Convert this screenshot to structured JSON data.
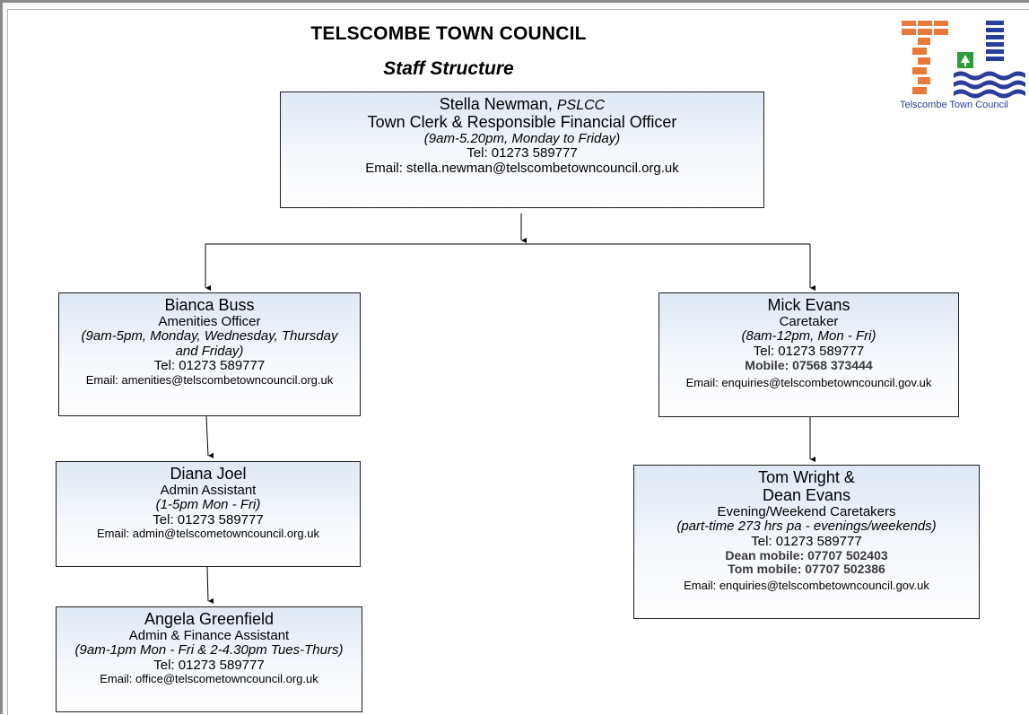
{
  "header": {
    "title": "TELSCOMBE TOWN COUNCIL",
    "subtitle": "Staff Structure"
  },
  "logo": {
    "caption": "Telscombe Town Council",
    "colors": {
      "brick": "#e8793a",
      "blue": "#2b3d9a",
      "green": "#2e9c3a"
    }
  },
  "staff": {
    "clerk": {
      "name": "Stella Newman,",
      "credentials": "PSLCC",
      "role": "Town Clerk & Responsible Financial Officer",
      "hours": "(9am-5.20pm, Monday to Friday)",
      "tel": "Tel: 01273 589777",
      "email": "Email: stella.newman@telscombetowncouncil.org.uk"
    },
    "amenities": {
      "name": "Bianca Buss",
      "role": "Amenities Officer",
      "hours_1": "(9am-5pm, Monday, Wednesday, Thursday",
      "hours_2": "and Friday)",
      "tel": "Tel: 01273 589777",
      "email": "Email: amenities@telscombetowncouncil.org.uk"
    },
    "admin": {
      "name": "Diana Joel",
      "role": "Admin Assistant",
      "hours": "(1-5pm Mon - Fri)",
      "tel": "Tel: 01273 589777",
      "email": "Email: admin@telscometowncouncil.org.uk"
    },
    "finance": {
      "name": "Angela Greenfield",
      "role": "Admin & Finance Assistant",
      "hours": "(9am-1pm Mon - Fri & 2-4.30pm Tues-Thurs)",
      "tel": "Tel: 01273 589777",
      "email": "Email: office@telscometowncouncil.org.uk"
    },
    "caretaker": {
      "name": "Mick Evans",
      "role": "Caretaker",
      "hours": "(8am-12pm, Mon - Fri)",
      "tel": "Tel: 01273 589777",
      "mobile": "Mobile: 07568 373444",
      "email": "Email: enquiries@telscombetowncouncil.gov.uk"
    },
    "evening": {
      "name_1": "Tom Wright &",
      "name_2": "Dean Evans",
      "role": "Evening/Weekend Caretakers",
      "hours": "(part-time 273 hrs pa - evenings/weekends)",
      "tel": "Tel: 01273 589777",
      "mobile_dean": "Dean mobile: 07707 502403",
      "mobile_tom": "Tom mobile: 07707 502386",
      "email": "Email: enquiries@telscombetowncouncil.gov.uk"
    }
  }
}
